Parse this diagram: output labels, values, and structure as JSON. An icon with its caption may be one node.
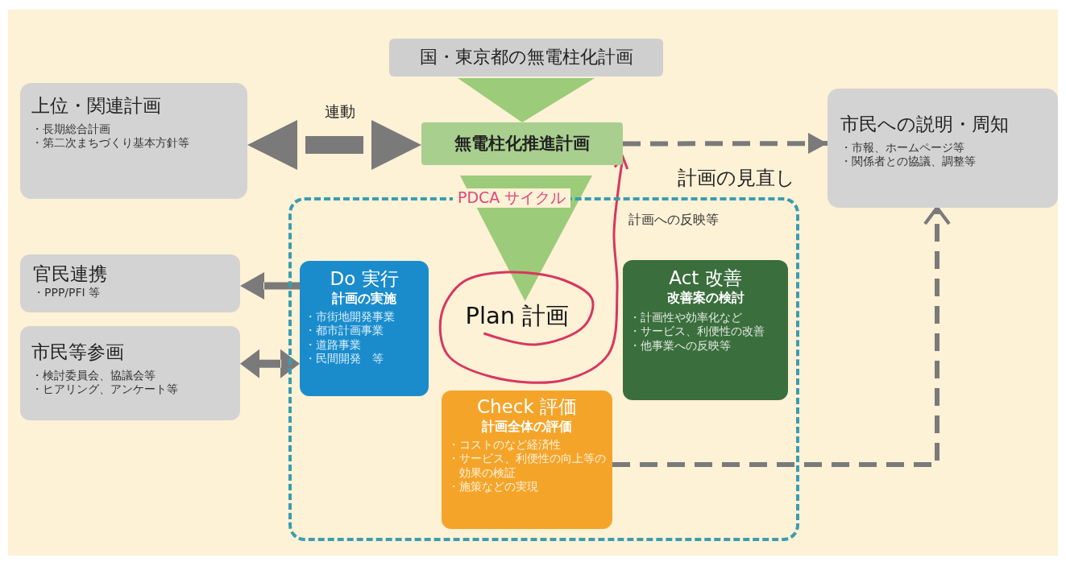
{
  "diagram": {
    "nodes": [
      {
        "text": [
          "国・東京都の無電柱化計画"
        ]
      },
      {
        "text": [
          "上位・関連計画",
          "・長期総合計画",
          "・第二次まちづくり基本方針等"
        ]
      },
      {
        "text": [
          "無電柱化推進計画"
        ]
      },
      {
        "text": [
          "市民への説明・周知",
          "・市報、ホームページ等",
          "・関係者との協議、調整等"
        ]
      },
      {
        "text": [
          "PDCA サイクル"
        ]
      },
      {
        "text": [
          "官民連携",
          "・PPP/PFI 等"
        ]
      },
      {
        "text": [
          "市民等参画",
          "・検討委員会、協議会等",
          "・ヒアリング、アンケート等"
        ]
      },
      {
        "text": [
          "Do 実行",
          "計画の実施",
          "・市街地開発事業",
          "・都市計画事業",
          "・道路事業",
          "・民間開発　等"
        ],
        "in": 4
      },
      {
        "text": [
          "Plan 計画"
        ],
        "in": 4
      },
      {
        "text": [
          "Act 改善",
          "改善案の検討",
          "・計画性や効率化など",
          "・サービス、利便性の改善",
          "・他事業への反映等"
        ],
        "in": 4
      },
      {
        "text": [
          "Check 評価",
          "計画全体の評価",
          "・コストのなど経済性",
          "・サービス、利便性の向上等の効果の検証",
          "・施策などの実現"
        ],
        "in": 4
      }
    ],
    "edges": [
      {
        "from": 0,
        "to": 2,
        "arrow": "to",
        "style": "thick",
        "color": "#9ccb7a"
      },
      {
        "from": 2,
        "to": 8,
        "arrow": "to",
        "style": "thick",
        "color": "#9ccb7a"
      },
      {
        "from": 1,
        "to": 2,
        "arrow": "both",
        "label": "連動",
        "style": "thick"
      },
      {
        "from": 2,
        "to": 3,
        "arrow": "to",
        "style": "dashed"
      },
      {
        "from": 7,
        "to": 5,
        "arrow": "to",
        "style": "thick"
      },
      {
        "from": 6,
        "to": 7,
        "arrow": "both",
        "style": "thick"
      },
      {
        "from": 10,
        "to": 3,
        "arrow": "to",
        "style": "dashed"
      },
      {
        "from": 8,
        "to": 2,
        "arrow": "to",
        "label": "計画の見直し",
        "color": "#d8365e"
      }
    ],
    "labels": [
      "計画への反映等"
    ]
  }
}
